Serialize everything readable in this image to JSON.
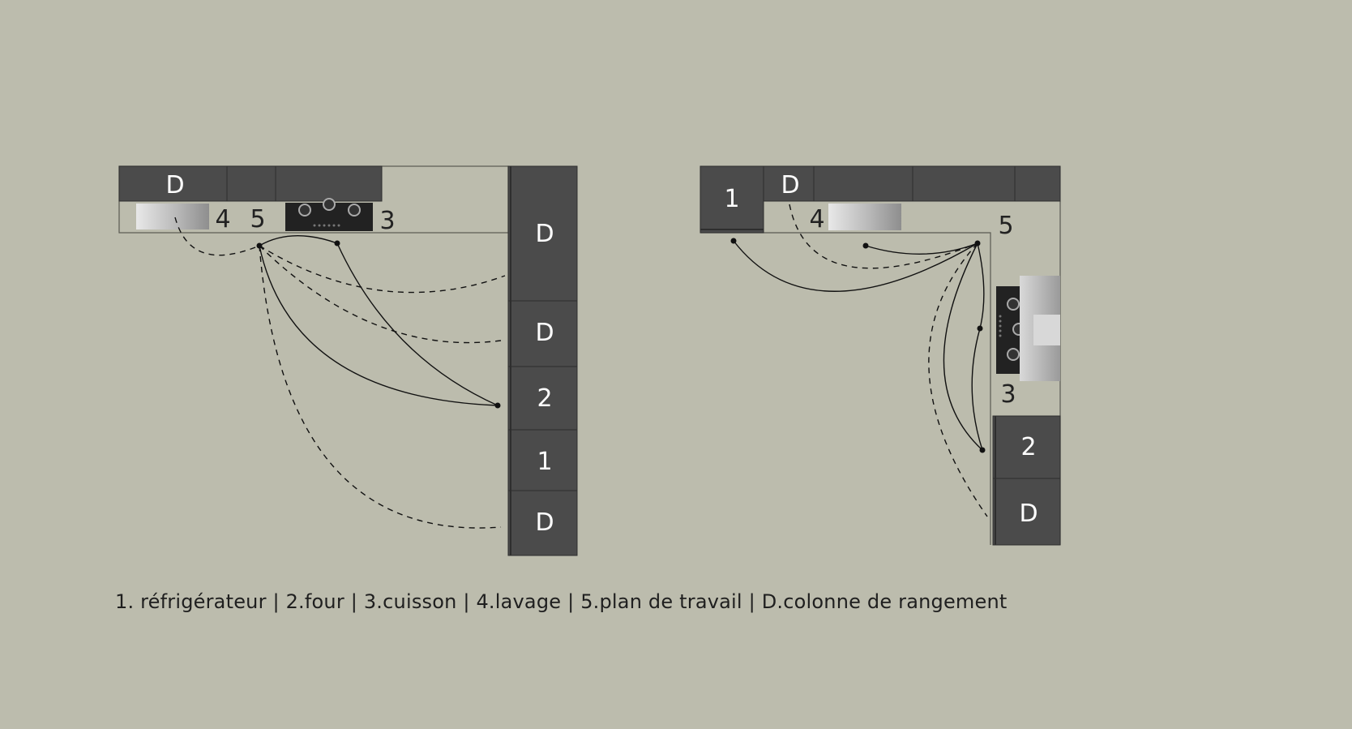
{
  "legend": "1. réfrigérateur | 2.four | 3.cuisson | 4.lavage | 5.plan de travail | D.colonne de rangement",
  "colors": {
    "background": "#bcbcad",
    "cabinet": "#4b4b4b",
    "counter_outline": "#5a5a52",
    "lines": "#111111"
  },
  "layout_a": {
    "top_row": {
      "col_d": "D",
      "sink_num": "4",
      "worktop_num": "5",
      "hob_num": "3"
    },
    "right_column": {
      "d_tall": "D",
      "d_mid": "D",
      "oven": "2",
      "fridge": "1",
      "d_bottom": "D"
    }
  },
  "layout_b": {
    "top_row": {
      "fridge": "1",
      "col_d": "D",
      "sink_num": "4",
      "worktop_num": "5"
    },
    "right_column": {
      "hob_num": "3",
      "oven": "2",
      "d_bottom": "D"
    }
  }
}
